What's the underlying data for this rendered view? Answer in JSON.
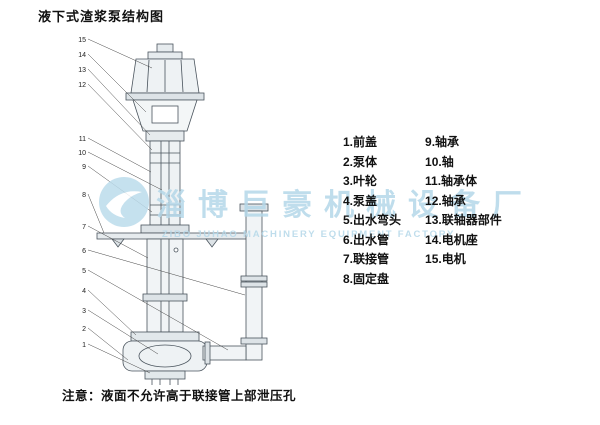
{
  "page": {
    "title": "液下式渣浆泵结构图",
    "note": "注意：液面不允许高于联接管上部泄压孔"
  },
  "watermark": {
    "company_cn": "淄博巨豪机械设备厂",
    "company_en": "ZIBO JUHAO MACHINERY EQUIPMENT FACTORY",
    "color": "#b5d8e9"
  },
  "parts_list": {
    "column1": [
      "1.前盖",
      "2.泵体",
      "3.叶轮",
      "4.泵盖",
      "5.出水弯头",
      "6.出水管",
      "7.联接管",
      "8.固定盘"
    ],
    "column2": [
      "9.轴承",
      "10.轴",
      "11.轴承体",
      "12.轴承",
      "13.联轴器部件",
      "14.电机座",
      "15.电机"
    ]
  },
  "callouts": [
    "15",
    "14",
    "13",
    "12",
    "11",
    "10",
    "9",
    "8",
    "7",
    "6",
    "5",
    "4",
    "3",
    "2",
    "1"
  ]
}
